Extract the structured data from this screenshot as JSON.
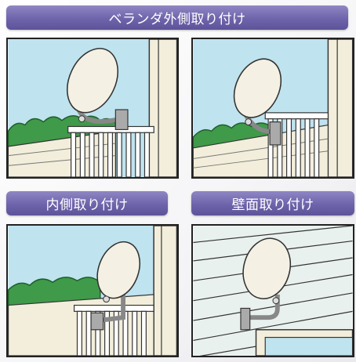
{
  "banners": {
    "top": "ベランダ外側取り付け",
    "inner": "内側取り付け",
    "wall": "壁面取り付け"
  },
  "colors": {
    "banner_purple": "#6e64ab",
    "sky": "#bfe3ef",
    "trees": "#3f9a4a",
    "wall_cream": "#f2eedb",
    "dish": "#f4f1e4",
    "wall_siding": "#e9f1ee"
  },
  "panels": [
    {
      "name": "balcony-outside-left",
      "icon": "satellite-dish"
    },
    {
      "name": "balcony-outside-right",
      "icon": "satellite-dish"
    },
    {
      "name": "balcony-inside",
      "icon": "satellite-dish"
    },
    {
      "name": "wall-mount",
      "icon": "satellite-dish"
    }
  ]
}
